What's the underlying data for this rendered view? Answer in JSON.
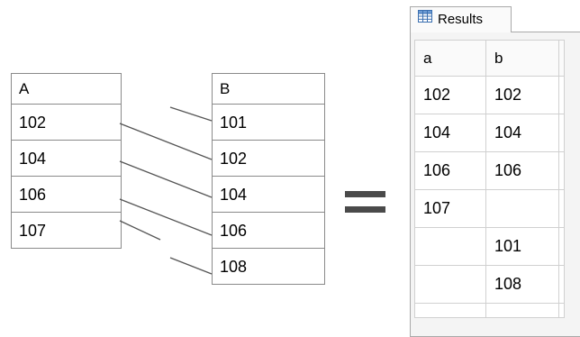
{
  "table_a": {
    "header": "A",
    "rows": [
      "102",
      "104",
      "106",
      "107"
    ]
  },
  "table_b": {
    "header": "B",
    "rows": [
      "101",
      "102",
      "104",
      "106",
      "108"
    ]
  },
  "operator": "=",
  "results": {
    "tab_label": "Results",
    "tab_icon": "grid-icon",
    "columns": [
      "a",
      "b"
    ],
    "rows": [
      [
        "102",
        "102"
      ],
      [
        "104",
        "104"
      ],
      [
        "106",
        "106"
      ],
      [
        "107",
        ""
      ],
      [
        "",
        "101"
      ],
      [
        "",
        "108"
      ]
    ]
  },
  "connectors": [
    {
      "from": "A:102",
      "to": "B:102"
    },
    {
      "from": "A:104",
      "to": "B:104"
    },
    {
      "from": "A:106",
      "to": "B:106"
    },
    {
      "from": "A:107",
      "to": null
    },
    {
      "from": null,
      "to": "B:101"
    },
    {
      "from": null,
      "to": "B:108"
    }
  ],
  "colors": {
    "border": "#8a8a8a",
    "connector": "#555555",
    "equals": "#4a4a4a",
    "panel": "#f4f4f4"
  }
}
